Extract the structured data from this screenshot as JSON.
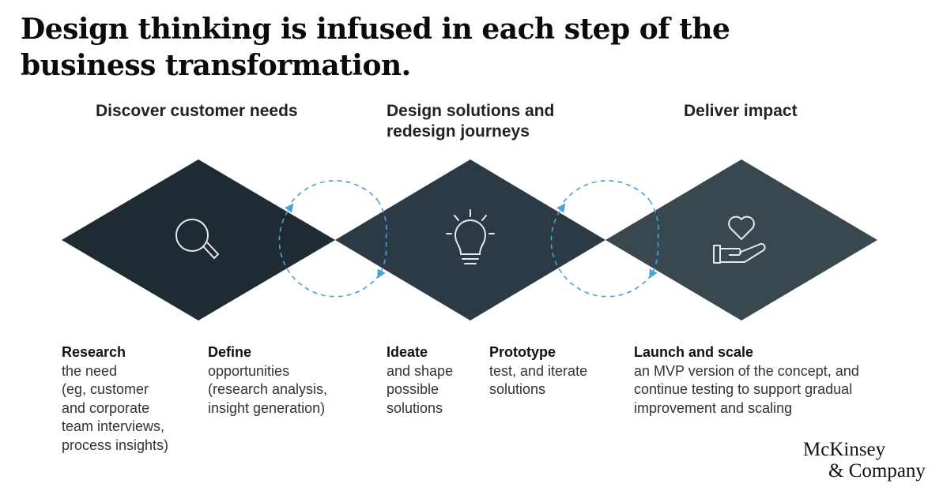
{
  "title": {
    "line1": "Design thinking is infused in each step of the",
    "line2": "business transformation."
  },
  "phases": [
    {
      "lines": [
        "Discover customer needs"
      ],
      "icon": "magnifier-icon"
    },
    {
      "lines": [
        "Design solutions and",
        "redesign journeys"
      ],
      "icon": "lightbulb-icon"
    },
    {
      "lines": [
        "Deliver impact"
      ],
      "icon": "heart-hand-icon"
    }
  ],
  "steps": {
    "research": {
      "head": "Research",
      "lines": [
        "the need",
        "(eg, customer",
        "and corporate",
        "team interviews,",
        "process insights)"
      ]
    },
    "define": {
      "head": "Define",
      "lines": [
        "opportunities",
        "(research analysis,",
        "insight generation)"
      ]
    },
    "ideate": {
      "head": "Ideate",
      "lines": [
        "and shape",
        "possible",
        "solutions"
      ]
    },
    "prototype": {
      "head": "Prototype",
      "lines": [
        "test, and iterate",
        "solutions"
      ]
    },
    "launch": {
      "head": "Launch and scale",
      "lines": [
        "an MVP version of the concept, and",
        "continue testing to support gradual",
        "improvement and scaling"
      ]
    }
  },
  "logo": {
    "line1": "McKinsey",
    "line2": "& Company"
  },
  "colors": {
    "diamond1": "#1f2b33",
    "diamond2": "#2b3a44",
    "diamond3": "#39474f",
    "arrow": "#4aa3d2",
    "icon_stroke": "#e6e9eb"
  }
}
